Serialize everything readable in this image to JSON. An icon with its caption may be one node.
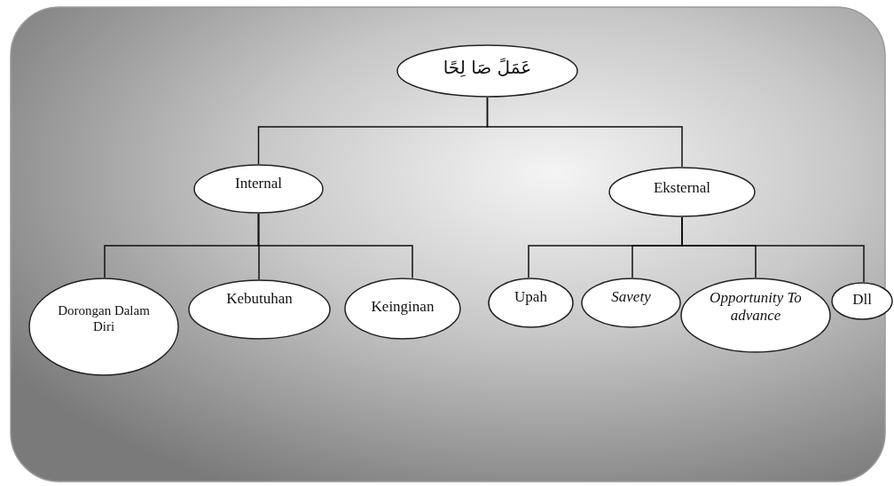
{
  "diagram": {
    "nodes": [
      {
        "text": [
          "عَمَلً صَا لِحًا"
        ]
      },
      {
        "text": [
          "Internal"
        ]
      },
      {
        "text": [
          "Eksternal"
        ]
      },
      {
        "text": [
          "Dorongan Dalam Diri"
        ]
      },
      {
        "text": [
          "Kebutuhan"
        ]
      },
      {
        "text": [
          "Keinginan"
        ]
      },
      {
        "text": [
          "Upah"
        ]
      },
      {
        "text": [
          "Savety"
        ]
      },
      {
        "text": [
          "Opportunity To advance"
        ]
      },
      {
        "text": [
          "Dll"
        ]
      }
    ],
    "edges": [
      {
        "from": 0,
        "to": 1,
        "arrow": "none"
      },
      {
        "from": 0,
        "to": 2,
        "arrow": "none"
      },
      {
        "from": 1,
        "to": 3,
        "arrow": "none"
      },
      {
        "from": 1,
        "to": 4,
        "arrow": "none"
      },
      {
        "from": 1,
        "to": 5,
        "arrow": "none"
      },
      {
        "from": 2,
        "to": 6,
        "arrow": "none"
      },
      {
        "from": 2,
        "to": 7,
        "arrow": "none"
      },
      {
        "from": 2,
        "to": 8,
        "arrow": "none"
      },
      {
        "from": 2,
        "to": 9,
        "arrow": "none"
      }
    ]
  }
}
